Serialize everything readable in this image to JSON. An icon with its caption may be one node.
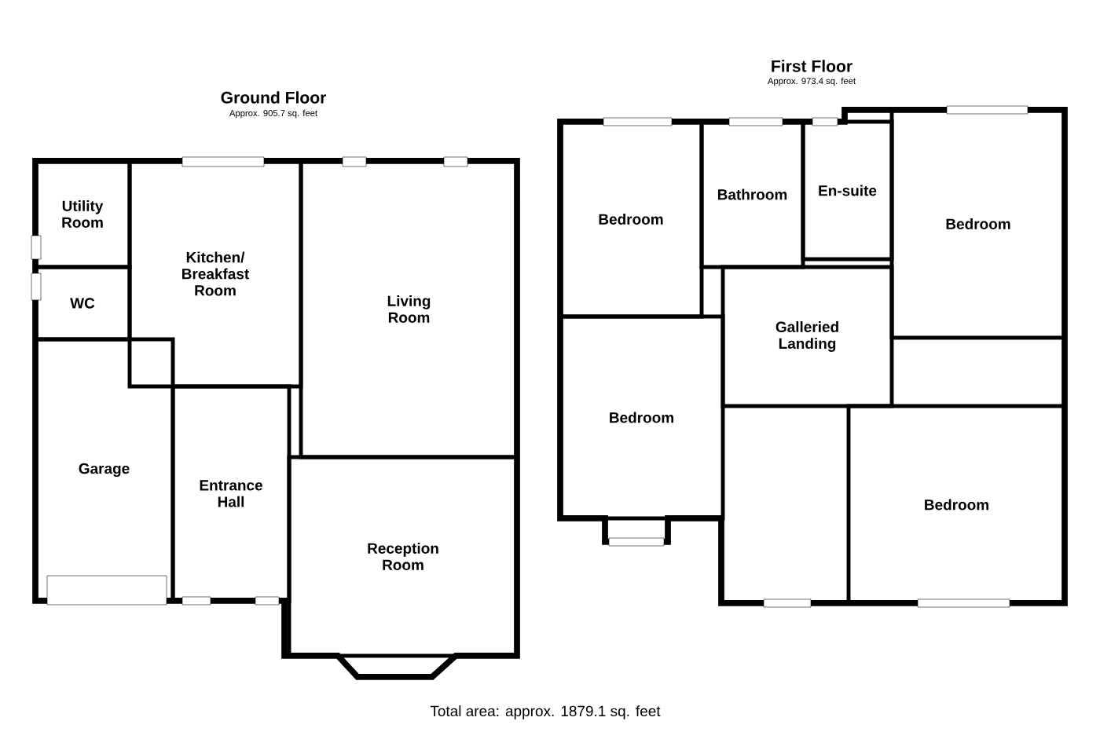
{
  "diagram": {
    "nodes": [
      {
        "text": [
          "Ground Floor",
          "Approx. 905.7 sq. feet"
        ]
      },
      {
        "text": [
          "Utility Room"
        ],
        "in": 0
      },
      {
        "text": [
          "WC"
        ],
        "in": 0
      },
      {
        "text": [
          "Kitchen/ Breakfast Room"
        ],
        "in": 0
      },
      {
        "text": [
          "Living Room"
        ],
        "in": 0
      },
      {
        "text": [
          "Garage"
        ],
        "in": 0
      },
      {
        "text": [
          "Entrance Hall"
        ],
        "in": 0
      },
      {
        "text": [
          "Reception Room"
        ],
        "in": 0
      },
      {
        "text": [
          "First Floor",
          "Approx. 973.4 sq. feet"
        ]
      },
      {
        "text": [
          "Bedroom"
        ],
        "in": 8
      },
      {
        "text": [
          "Bathroom"
        ],
        "in": 8
      },
      {
        "text": [
          "En-suite"
        ],
        "in": 8
      },
      {
        "text": [
          "Bedroom"
        ],
        "in": 8
      },
      {
        "text": [
          "Bedroom"
        ],
        "in": 8
      },
      {
        "text": [
          "Galleried Landing"
        ],
        "in": 8
      },
      {
        "text": [
          "Bedroom"
        ],
        "in": 8
      }
    ],
    "labels": [
      "Total area: approx. 1879.1 sq. feet"
    ]
  }
}
